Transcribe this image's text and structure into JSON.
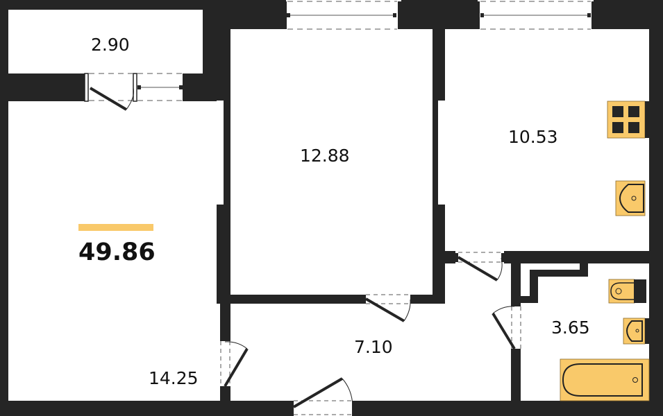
{
  "plan": {
    "total_area": "49.86",
    "colors": {
      "wall": "#252525",
      "fixture": "#F9C96A",
      "accent_bar": "#F9C96A",
      "background": "#FFFFFF"
    },
    "rooms": [
      {
        "id": "balcony",
        "area": "2.90"
      },
      {
        "id": "living-room",
        "area": "14.25"
      },
      {
        "id": "bedroom",
        "area": "12.88"
      },
      {
        "id": "kitchen",
        "area": "10.53"
      },
      {
        "id": "hallway",
        "area": "7.10"
      },
      {
        "id": "bathroom",
        "area": "3.65"
      }
    ],
    "fixtures": [
      {
        "id": "stove",
        "icon": "stove-icon"
      },
      {
        "id": "kitchen-sink",
        "icon": "sink-icon"
      },
      {
        "id": "toilet",
        "icon": "toilet-icon"
      },
      {
        "id": "bathroom-sink",
        "icon": "sink-icon"
      },
      {
        "id": "bathtub",
        "icon": "bathtub-icon"
      }
    ]
  }
}
